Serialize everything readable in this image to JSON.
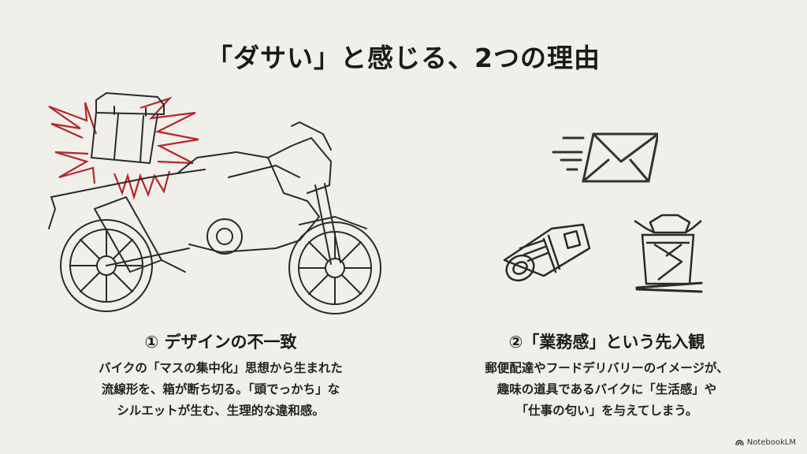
{
  "slide": {
    "title": "「ダサい」と感じる、2つの理由",
    "background_color": "#f1efe9",
    "accent_color": "#b5262b"
  },
  "left": {
    "illustration": "motorcycle-with-top-box-icon",
    "heading": "① デザインの不一致",
    "body": [
      "バイクの「マスの集中化」思想から生まれた",
      "流線形を、箱が断ち切る。「頭でっかち」な",
      "シルエットが生む、生理的な違和感。"
    ]
  },
  "right": {
    "illustrations": [
      "envelope-icon",
      "rolled-newspaper-icon",
      "takeout-box-icon",
      "chopsticks-icon"
    ],
    "heading": "②「業務感」という先入観",
    "body": [
      "郵便配達やフードデリバリーのイメージが、",
      "趣味の道具であるバイクに「生活感」や",
      "「仕事の匂い」を与えてしまう。"
    ]
  },
  "footer": {
    "brand": "NotebookLM"
  }
}
